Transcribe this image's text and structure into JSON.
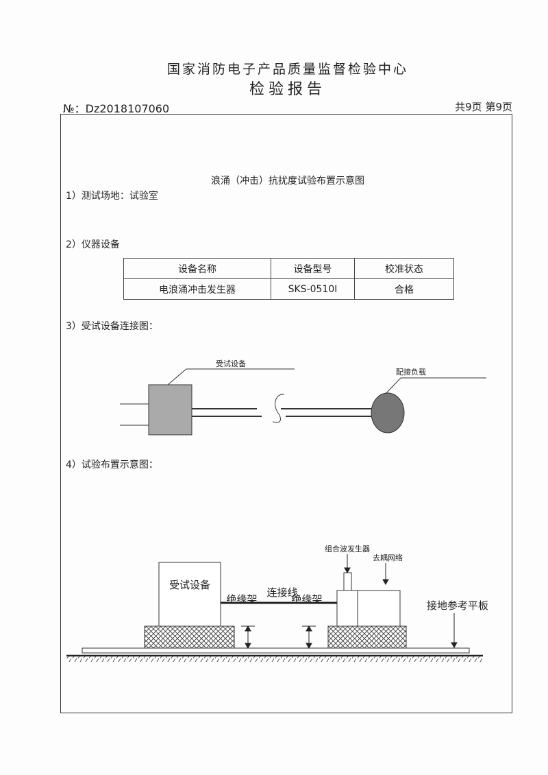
{
  "header": {
    "org": "国家消防电子产品质量监督检验中心",
    "title": "检验报告",
    "report_no": "№：Dz2018107060",
    "pages": "共9页  第9页"
  },
  "section_title": "浪涌（冲击）抗扰度试验布置示意图",
  "s1": "1）测试场地：试验室",
  "s2": "2）仪器设备",
  "table": {
    "headers": [
      "设备名称",
      "设备型号",
      "校准状态"
    ],
    "rows": [
      [
        "电浪涌冲击发生器",
        "SKS-0510I",
        "合格"
      ]
    ]
  },
  "s3": "3）受试设备连接图：",
  "diagram1": {
    "eut": "受试设备",
    "load": "配接负载"
  },
  "s4": "4）试验布置示意图：",
  "diagram2": {
    "eut": "受试设备",
    "cable": "连接线",
    "insulator": "绝缘架",
    "generator": "组合波发生器",
    "decoupling": "去耦网络",
    "ground_plane": "接地参考平板"
  }
}
